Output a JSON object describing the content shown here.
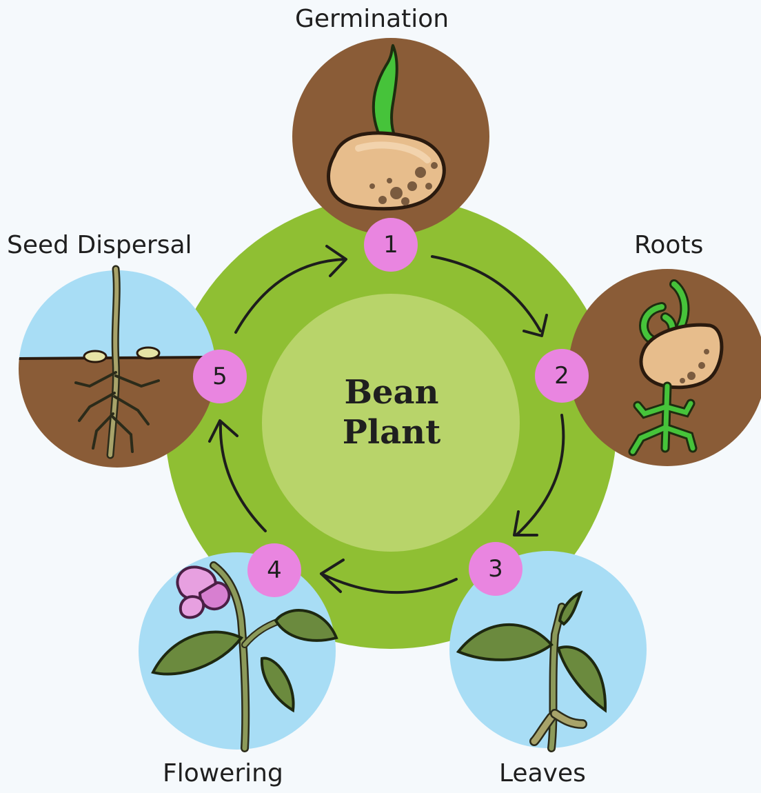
{
  "diagram": {
    "center_title_line1": "Bean",
    "center_title_line2": "Plant",
    "stages": [
      {
        "number": "1",
        "label": "Germination"
      },
      {
        "number": "2",
        "label": "Roots"
      },
      {
        "number": "3",
        "label": "Leaves"
      },
      {
        "number": "4",
        "label": "Flowering"
      },
      {
        "number": "5",
        "label": "Seed Dispersal"
      }
    ]
  },
  "colors": {
    "background": "#f5f9fc",
    "outer_ring": "#8fbf33",
    "inner_disc": "#b8d46a",
    "soil": "#8a5c37",
    "sky": "#a8ddf5",
    "badge": "#e985e0",
    "leaf": "#6b8a3e",
    "sprout": "#46c33a",
    "seed": "#e7bd8c",
    "flower": "#e7a0e0"
  }
}
